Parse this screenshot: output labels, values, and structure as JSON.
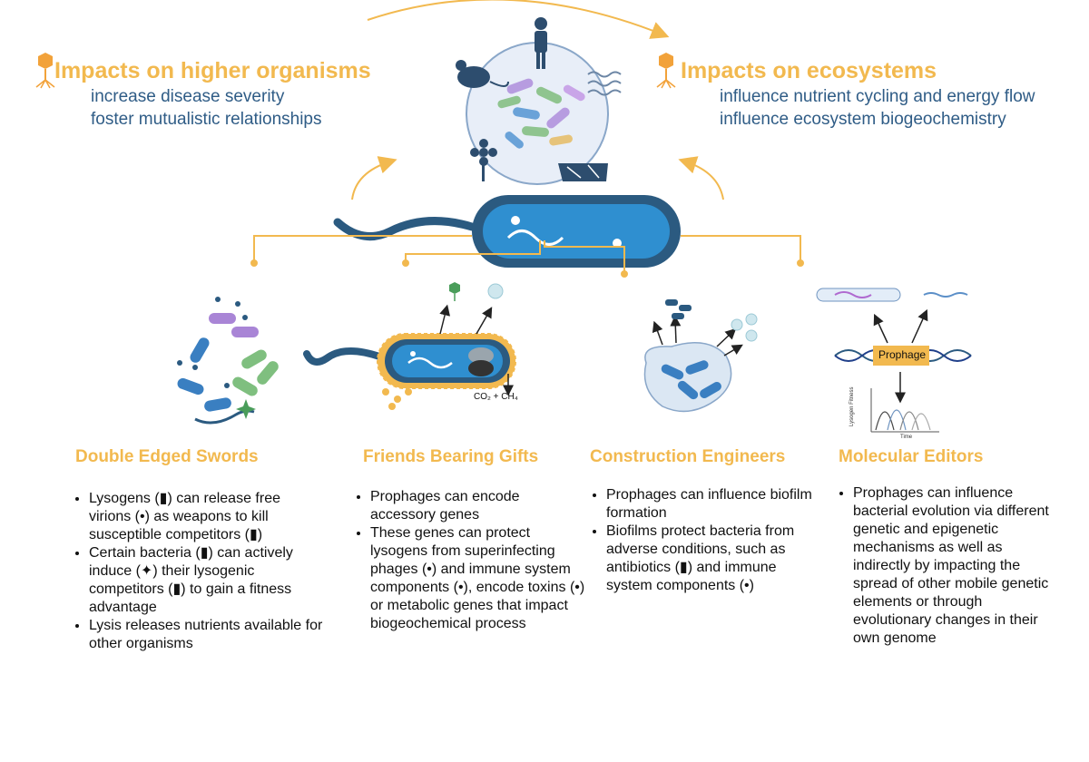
{
  "header_left": {
    "title": "Impacts on higher organisms",
    "lines": [
      "increase disease severity",
      "foster mutualistic relationships"
    ]
  },
  "header_right": {
    "title": "Impacts on ecosystems",
    "lines": [
      "influence nutrient cycling and energy flow",
      "influence ecosystem biogeochemistry"
    ]
  },
  "labels": {
    "prophage": "Prophage",
    "co2_ch4": "CO₂ + CH₄",
    "fitness_axis": "Lysogen Fitness",
    "time_axis": "Time"
  },
  "sections": [
    {
      "title": "Double Edged Swords",
      "items": [
        "Lysogens (▮) can release free virions (•) as weapons to kill susceptible competitors (▮)",
        "Certain bacteria (▮) can actively induce (✦) their lysogenic competitors (▮) to gain a fitness advantage",
        "Lysis releases nutrients available for other organisms"
      ]
    },
    {
      "title": "Friends Bearing Gifts",
      "items": [
        "Prophages can encode accessory genes",
        "These genes can protect lysogens from superinfecting phages (•) and immune system components (•), encode toxins (•) or metabolic genes that impact biogeochemical process"
      ]
    },
    {
      "title": "Construction Engineers",
      "items": [
        "Prophages can influence biofilm formation",
        "Biofilms protect bacteria from adverse conditions, such as antibiotics (▮) and immune system components (•)"
      ]
    },
    {
      "title": "Molecular Editors",
      "items": [
        "Prophages can influence bacterial evolution via different genetic and epigenetic mechanisms as well as indirectly by impacting the spread of other mobile genetic elements or through evolutionary changes in their own genome"
      ]
    }
  ],
  "colors": {
    "gold": "#f2b94f",
    "navy": "#2f5c86",
    "bacterium_blue": "#2f8fd0",
    "outline": "#2b5a80"
  }
}
